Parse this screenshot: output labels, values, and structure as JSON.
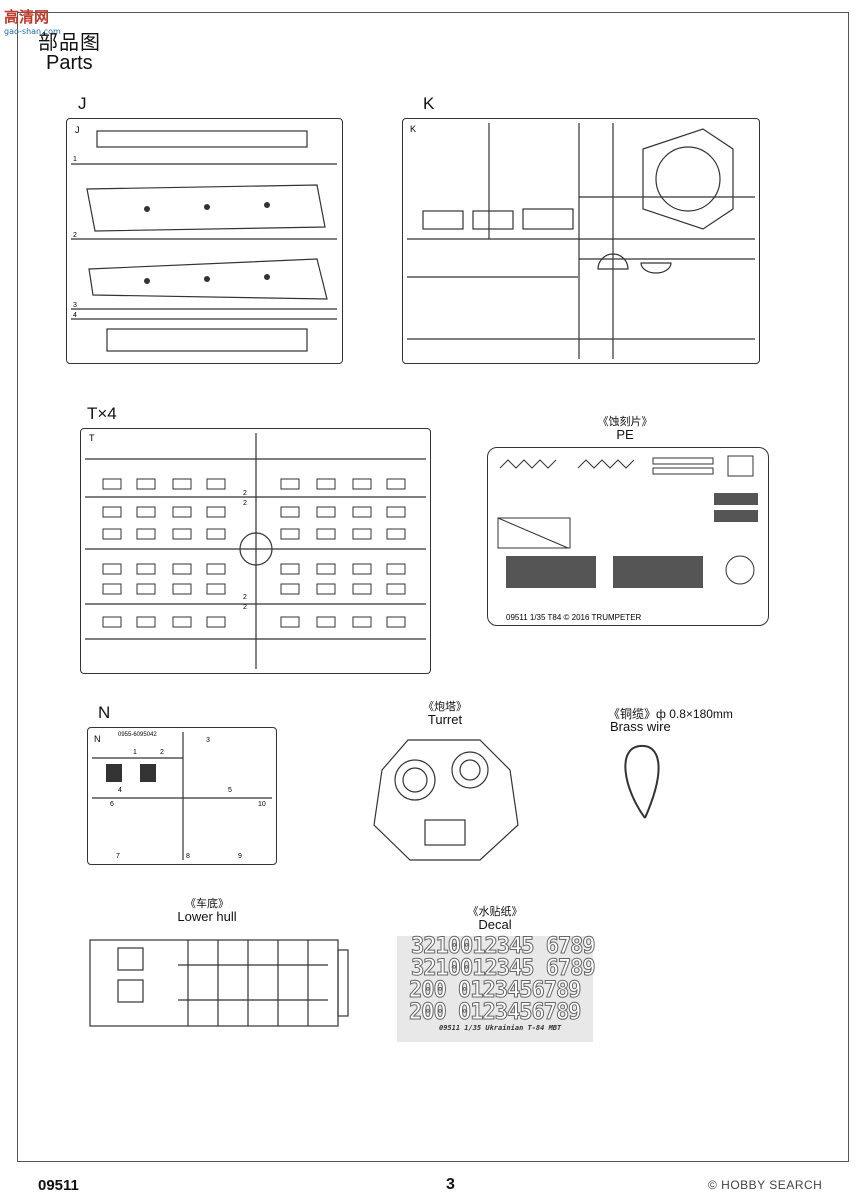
{
  "watermark": {
    "text": "高清网",
    "sub": "gao-shan.com"
  },
  "header": {
    "title_cn": "部品图",
    "title_en": "Parts"
  },
  "sprues": {
    "j": {
      "label": "J",
      "sprue_letter": "J",
      "numbers": [
        "1",
        "2",
        "3",
        "4"
      ]
    },
    "k": {
      "label": "K",
      "sprue_letter": "K"
    },
    "t": {
      "label": "T×4",
      "sprue_letter": "T",
      "numbers": [
        "2",
        "2",
        "2",
        "2"
      ]
    },
    "n": {
      "label": "N",
      "sprue_letter": "N",
      "code": "0955-6095042",
      "numbers": [
        "1",
        "2",
        "3",
        "4",
        "5",
        "6",
        "7",
        "8",
        "9",
        "10"
      ]
    }
  },
  "pe": {
    "caption_cn": "《蚀刻片》",
    "caption_en": "PE",
    "plate_text": "09511  1/35  T84  © 2016  TRUMPETER"
  },
  "brass": {
    "caption_cn": "《铜缆》",
    "caption_spec": "ф 0.8×180mm",
    "caption_en": "Brass wire"
  },
  "turret": {
    "caption_cn": "《炮塔》",
    "caption_en": "Turret"
  },
  "lower_hull": {
    "caption_cn": "《车底》",
    "caption_en": "Lower hull"
  },
  "decal": {
    "caption_cn": "《水贴纸》",
    "caption_en": "Decal",
    "rows": [
      "3210012345 6789",
      "3210012345 6789",
      "200 0123456789",
      "200 0123456789"
    ],
    "footer": "09511  1/35  Ukrainian T-84 MBT"
  },
  "footer": {
    "code": "09511",
    "page": "3",
    "brand": "© HOBBY SEARCH"
  }
}
